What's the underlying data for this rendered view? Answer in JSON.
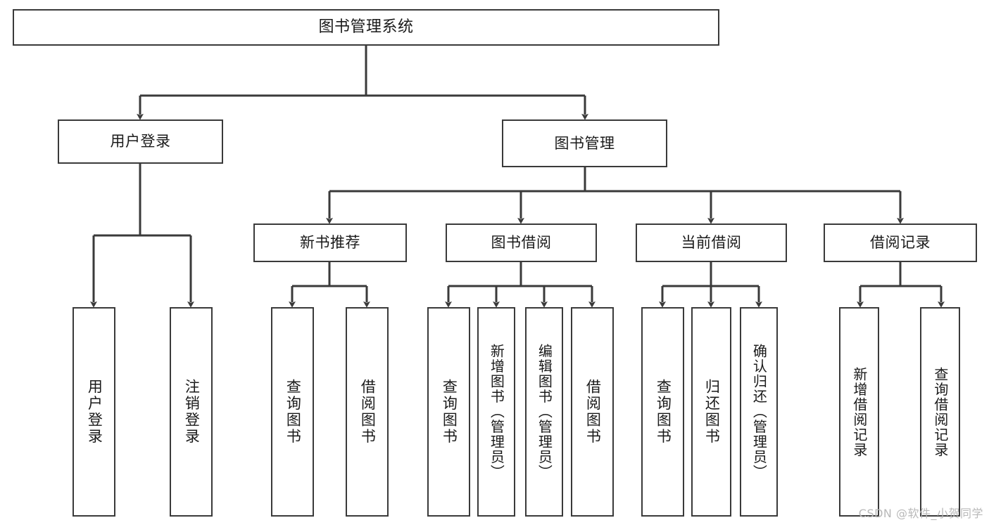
{
  "diagram": {
    "type": "tree-hierarchy-diagram",
    "title": "图书管理系统",
    "stroke_color": "#3a3a3a",
    "fill_color": "#ffffff",
    "text_color": "#1a1a1a",
    "levels": 4
  },
  "nodes": {
    "root": {
      "label": "图书管理系统"
    },
    "level1": [
      {
        "label": "用户登录"
      },
      {
        "label": "图书管理"
      }
    ],
    "level2": [
      {
        "label": "新书推荐"
      },
      {
        "label": "图书借阅"
      },
      {
        "label": "当前借阅"
      },
      {
        "label": "借阅记录"
      }
    ],
    "leaves": {
      "user_login": [
        {
          "label": "用户登录"
        },
        {
          "label": "注销登录"
        }
      ],
      "new_book_recommend": [
        {
          "label": "查询图书"
        },
        {
          "label": "借阅图书"
        }
      ],
      "book_borrow": [
        {
          "label": "查询图书"
        },
        {
          "label": "新增图书（管理员）"
        },
        {
          "label": "编辑图书（管理员）"
        },
        {
          "label": "借阅图书"
        }
      ],
      "current_borrow": [
        {
          "label": "查询图书"
        },
        {
          "label": "归还图书"
        },
        {
          "label": "确认归还（管理员）"
        }
      ],
      "borrow_record": [
        {
          "label": "新增借阅记录"
        },
        {
          "label": "查询借阅记录"
        }
      ]
    }
  },
  "watermark": {
    "text": "CSDN @软件_小贺同学"
  }
}
